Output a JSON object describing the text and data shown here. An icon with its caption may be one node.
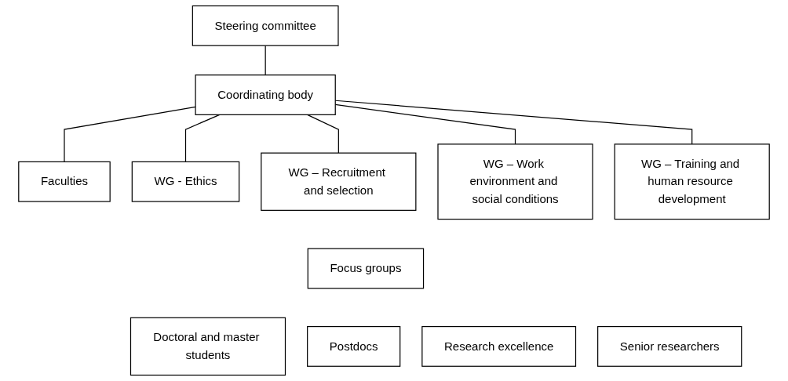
{
  "diagram": {
    "nodes": [
      {
        "text": [
          "Steering committee"
        ]
      },
      {
        "text": [
          "Coordinating body"
        ]
      },
      {
        "text": [
          "Faculties"
        ]
      },
      {
        "text": [
          "WG - Ethics"
        ]
      },
      {
        "text": [
          "WG – Recruitment and selection"
        ]
      },
      {
        "text": [
          "WG – Work environment and social conditions"
        ]
      },
      {
        "text": [
          "WG – Training and human resource development"
        ]
      },
      {
        "text": [
          "Focus groups"
        ]
      },
      {
        "text": [
          "Doctoral and master students"
        ]
      },
      {
        "text": [
          "Postdocs"
        ]
      },
      {
        "text": [
          "Research excellence"
        ]
      },
      {
        "text": [
          "Senior researchers"
        ]
      }
    ],
    "edges": [
      {
        "from": 0,
        "to": 1,
        "arrow": "none"
      },
      {
        "from": 1,
        "to": 2,
        "arrow": "none"
      },
      {
        "from": 1,
        "to": 3,
        "arrow": "none"
      },
      {
        "from": 1,
        "to": 4,
        "arrow": "none"
      },
      {
        "from": 1,
        "to": 5,
        "arrow": "none"
      },
      {
        "from": 1,
        "to": 6,
        "arrow": "none"
      }
    ]
  }
}
